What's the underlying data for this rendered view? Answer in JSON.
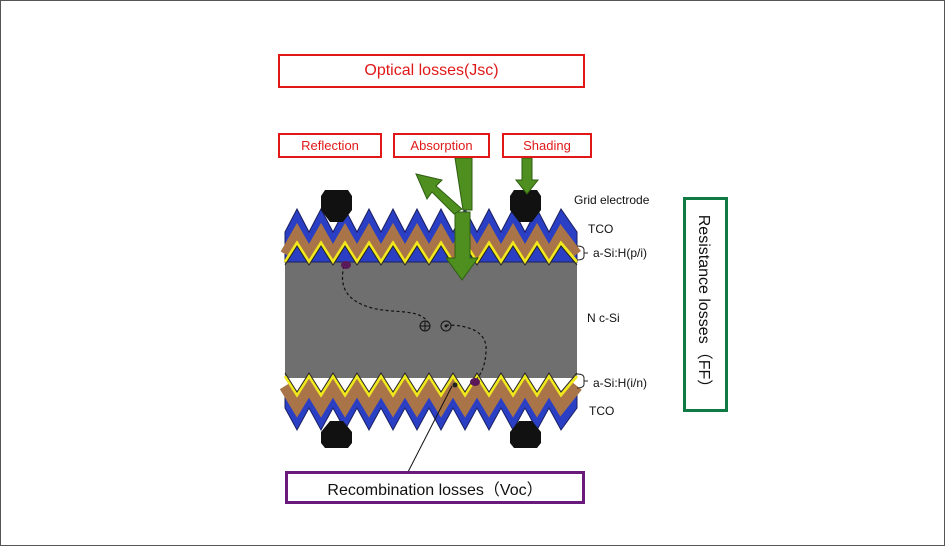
{
  "boxes": {
    "optical": "Optical losses(Jsc)",
    "reflection": "Reflection",
    "absorption": "Absorption",
    "shading": "Shading",
    "recombination": "Recombination losses（Voc）",
    "resistance": "Resistance losses（FF）"
  },
  "labels": {
    "grid_electrode": "Grid electrode",
    "tco_top": "TCO",
    "asi_p_i": "a-Si:H(p/i)",
    "n_c_si": "N c-Si",
    "asi_i_n": "a-Si:H(i/n)",
    "tco_bottom": "TCO"
  },
  "colors": {
    "optical_border": "#e01818",
    "recombination_border": "#6a1a7a",
    "resistance_border": "#0f7a44",
    "tco": "#2a3fc4",
    "asi_brown": "#a87448",
    "asi_yellow": "#f0e81c",
    "silicon": "#6f6f6f",
    "arrow_green": "#4e8f1f",
    "electrode": "#111111",
    "carrier": "#5a1a5a"
  },
  "icons": {
    "hole": "plus-circle-icon",
    "electron": "dot-circle-icon"
  }
}
